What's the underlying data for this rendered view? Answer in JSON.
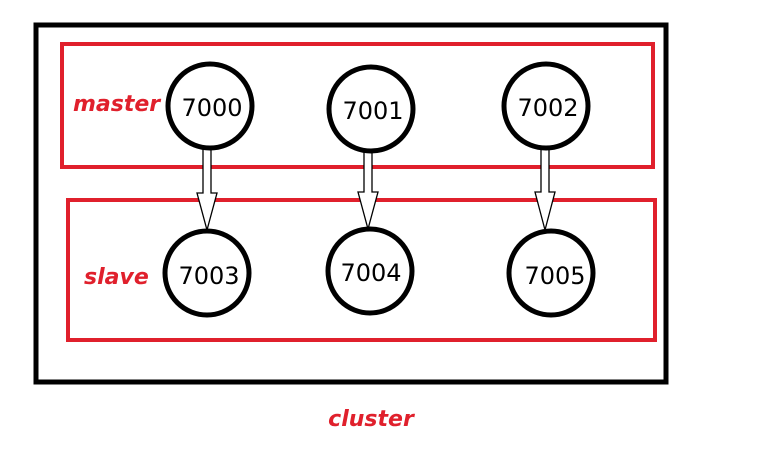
{
  "colors": {
    "outline": "#000000",
    "accent": "#e0202c",
    "arrow_fill": "#ffffff"
  },
  "labels": {
    "master": "master",
    "slave": "slave",
    "cluster": "cluster"
  },
  "masters": [
    {
      "id": "7000"
    },
    {
      "id": "7001"
    },
    {
      "id": "7002"
    }
  ],
  "slaves": [
    {
      "id": "7003"
    },
    {
      "id": "7004"
    },
    {
      "id": "7005"
    }
  ],
  "replication": [
    {
      "from": "7000",
      "to": "7003"
    },
    {
      "from": "7001",
      "to": "7004"
    },
    {
      "from": "7002",
      "to": "7005"
    }
  ]
}
